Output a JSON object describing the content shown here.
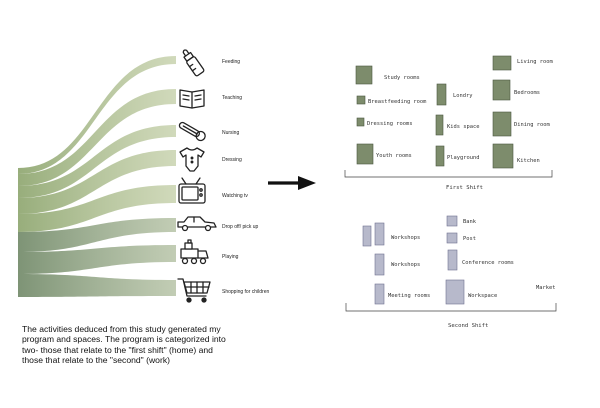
{
  "activities": [
    {
      "label": "Feeding",
      "icon": "baby-bottle-icon"
    },
    {
      "label": "Teaching",
      "icon": "open-book-icon"
    },
    {
      "label": "Nursing",
      "icon": "thermometer-icon"
    },
    {
      "label": "Dressing",
      "icon": "onesie-icon"
    },
    {
      "label": "Watching tv",
      "icon": "television-icon"
    },
    {
      "label": "Drop off/ pick up",
      "icon": "car-icon"
    },
    {
      "label": "Playing",
      "icon": "toy-train-icon"
    },
    {
      "label": "Shopping for children",
      "icon": "shopping-cart-icon"
    }
  ],
  "first_shift": {
    "label": "First Shift",
    "rooms": [
      {
        "label": "Study rooms"
      },
      {
        "label": "Breastfeeding room"
      },
      {
        "label": "Dressing rooms"
      },
      {
        "label": "Youth rooms"
      },
      {
        "label": "Londry"
      },
      {
        "label": "Kids space"
      },
      {
        "label": "Playground"
      },
      {
        "label": "Living room"
      },
      {
        "label": "Bedrooms"
      },
      {
        "label": "Dining room"
      },
      {
        "label": "Kitchen"
      }
    ]
  },
  "second_shift": {
    "label": "Second Shift",
    "rooms": [
      {
        "label": "Workshops"
      },
      {
        "label": "Workshops"
      },
      {
        "label": "Meeting rooms"
      },
      {
        "label": "Bank"
      },
      {
        "label": "Post"
      },
      {
        "label": "Conference rooms"
      },
      {
        "label": "Workspace"
      },
      {
        "label": "Market"
      }
    ]
  },
  "description": "The activities deduced from this study generated  my program and spaces. The program is  categorized into two- those that relate to the \"first  shift\" (home) and those that relate to the \"second\"  (work)",
  "colors": {
    "first_shift_room": "#7d8c6c",
    "second_shift_room": "#b7b9cb",
    "flow_top": "#9aae74",
    "flow_bottom": "#6f8660"
  }
}
